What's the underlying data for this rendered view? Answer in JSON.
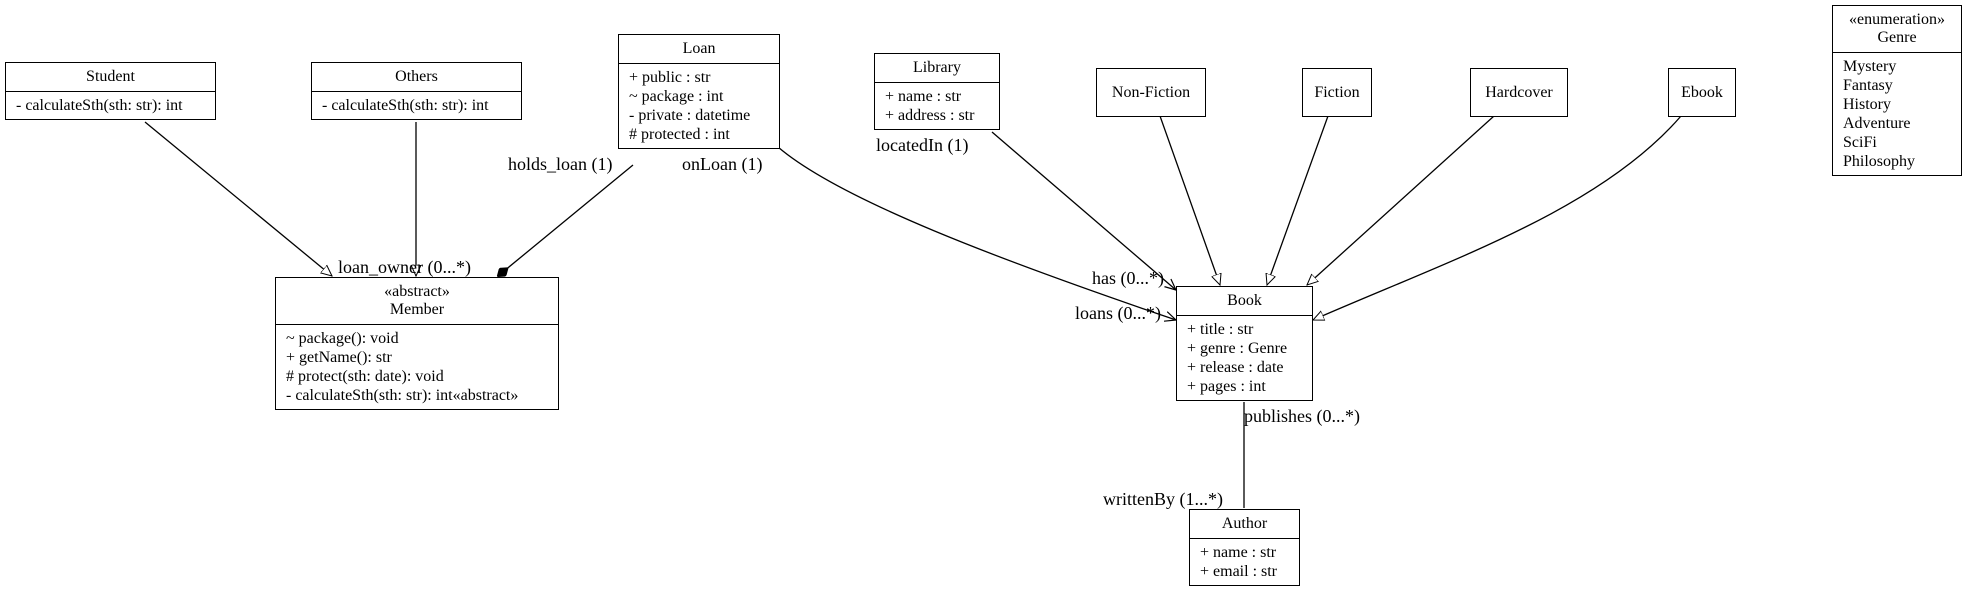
{
  "classes": {
    "student": {
      "name": "Student",
      "methods": [
        "- calculateSth(sth: str): int"
      ]
    },
    "others": {
      "name": "Others",
      "methods": [
        "- calculateSth(sth: str): int"
      ]
    },
    "loan": {
      "name": "Loan",
      "attributes": [
        "+ public : str",
        "~ package : int",
        "- private : datetime",
        "# protected : int"
      ]
    },
    "library": {
      "name": "Library",
      "attributes": [
        "+ name : str",
        "+ address : str"
      ]
    },
    "nonfiction": {
      "name": "Non-Fiction"
    },
    "fiction": {
      "name": "Fiction"
    },
    "hardcover": {
      "name": "Hardcover"
    },
    "ebook": {
      "name": "Ebook"
    },
    "genre": {
      "stereotype": "«enumeration»",
      "name": "Genre",
      "literals": [
        "Mystery",
        "Fantasy",
        "History",
        "Adventure",
        "SciFi",
        "Philosophy"
      ]
    },
    "member": {
      "stereotype": "«abstract»",
      "name": "Member",
      "methods": [
        "~ package(): void",
        "+ getName(): str",
        "# protect(sth: date): void",
        "- calculateSth(sth: str): int«abstract»"
      ]
    },
    "book": {
      "name": "Book",
      "attributes": [
        "+ title : str",
        "+ genre : Genre",
        "+ release : date",
        "+ pages : int"
      ]
    },
    "author": {
      "name": "Author",
      "attributes": [
        "+ name : str",
        "+ email : str"
      ]
    }
  },
  "labels": {
    "holds_loan": "holds_loan (1)",
    "loan_owner": "loan_owner (0...*)",
    "on_loan": "onLoan (1)",
    "located_in": "locatedIn (1)",
    "has": "has (0...*)",
    "loans": "loans (0...*)",
    "publishes": "publishes (0...*)",
    "written_by": "writtenBy (1...*)"
  }
}
